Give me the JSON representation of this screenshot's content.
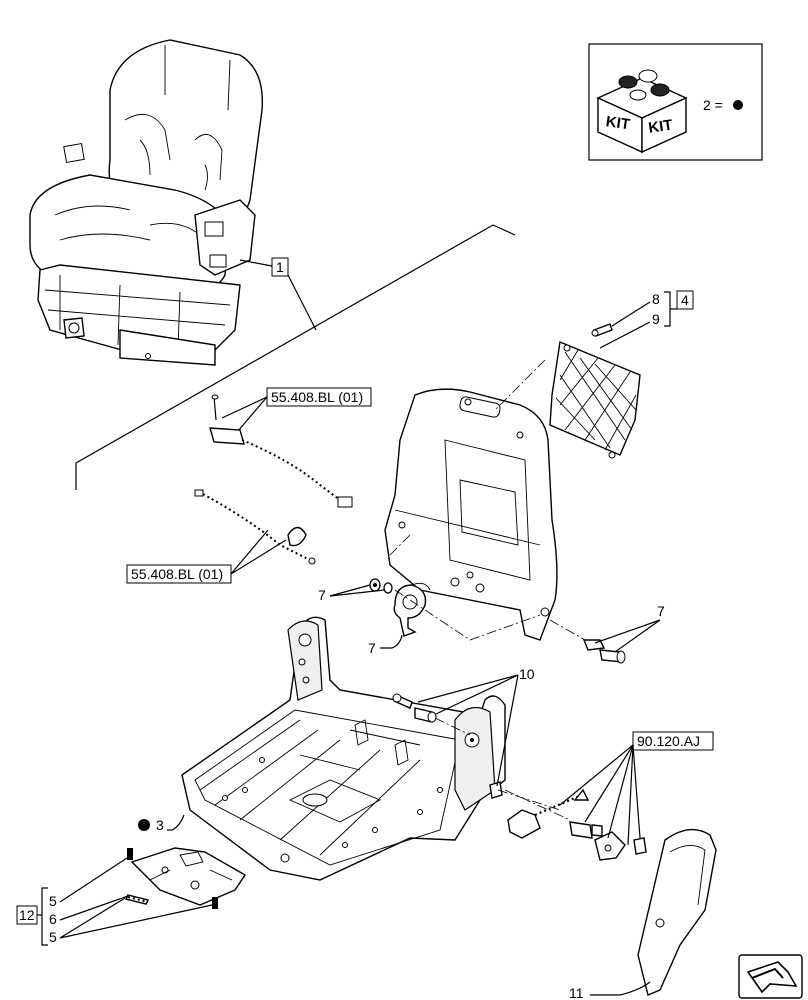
{
  "kit_box": {
    "kit_label_1": "KIT",
    "kit_label_2": "KIT",
    "legend_text": "2 ="
  },
  "callouts": {
    "ref_1": "1",
    "ref_4": "4",
    "ref_8": "8",
    "ref_9": "9",
    "ref_7_left": "7",
    "ref_7_spring": "7",
    "ref_7_right": "7",
    "ref_10": "10",
    "ref_3": "3",
    "ref_5_top": "5",
    "ref_6": "6",
    "ref_5_bottom": "5",
    "ref_12": "12",
    "ref_11": "11",
    "xref_wiring_top": "55.408.BL (01)",
    "xref_wiring_bottom": "55.408.BL (01)",
    "xref_lever": "90.120.AJ"
  },
  "icons": [
    "kit-box-icon",
    "bullet-icon",
    "nav-arrow-icon"
  ]
}
